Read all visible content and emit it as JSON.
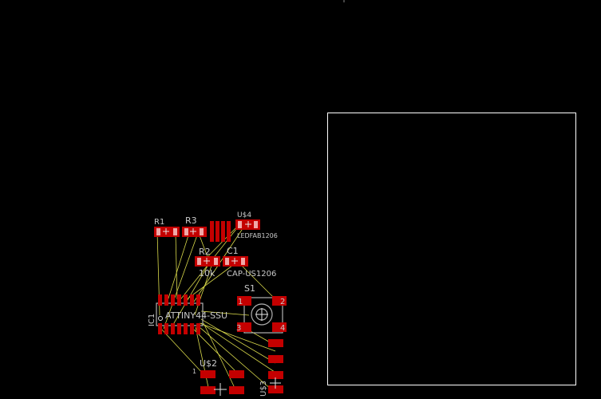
{
  "editor": {
    "canvas_name": "pcb-board-view",
    "colors": {
      "background": "#000000",
      "pad": "#c40000",
      "airwire": "#d8d84a",
      "outline": "#ffffff",
      "label": "#c8c8c8"
    }
  },
  "components": {
    "r1": {
      "name": "R1"
    },
    "r3": {
      "name": "R3"
    },
    "r2": {
      "name": "R2",
      "value": "10k"
    },
    "c1": {
      "name": "C1",
      "value": "CAP-US1206"
    },
    "u4": {
      "name": "U$4",
      "value": "LEDFAB1206"
    },
    "s1": {
      "name": "S1",
      "pins": [
        "1",
        "2",
        "3",
        "4"
      ]
    },
    "ic1": {
      "name": "IC1",
      "value": "ATTINY44-SSU"
    },
    "u2": {
      "name": "U$2",
      "pin_label": "1"
    },
    "u3": {
      "name": "U$3"
    }
  }
}
